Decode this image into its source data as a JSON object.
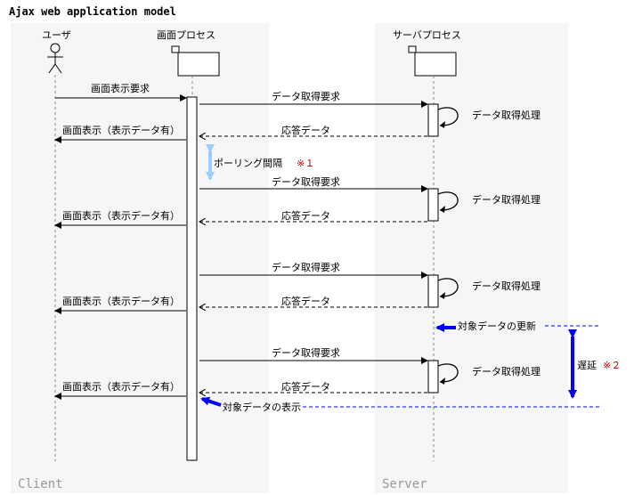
{
  "title": "Ajax web application model",
  "zones": {
    "client": "Client",
    "server": "Server"
  },
  "lanes": {
    "user": "ユーザ",
    "screen": "画面プロセス",
    "server": "サーバプロセス"
  },
  "messages": {
    "display_request": "画面表示要求",
    "data_request": "データ取得要求",
    "response": "応答データ",
    "data_process": "データ取得処理",
    "display_with_data": "画面表示（表示データ有）",
    "polling": "ポーリング間隔",
    "note1": "※１",
    "data_update": "対象データの更新",
    "delay": "遅延",
    "note2": "※２",
    "data_display": "対象データの表示"
  },
  "colors": {
    "zone_bg": "#f6f6f6",
    "polling_arrow": "#99ccff",
    "accent_arrow": "#0000ff",
    "note_text": "#cc0000",
    "zone_label": "#9a9a9a"
  }
}
